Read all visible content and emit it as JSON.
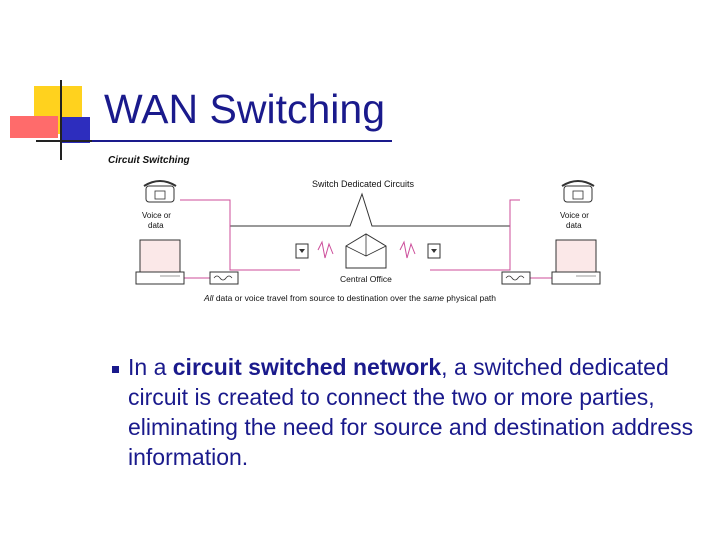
{
  "slide": {
    "title": "WAN Switching"
  },
  "diagram": {
    "heading": "Circuit Switching",
    "top_label": "Switch Dedicated Circuits",
    "left_device_label_1": "Voice or",
    "left_device_label_2": "data",
    "right_device_label_1": "Voice or",
    "right_device_label_2": "data",
    "center_label": "Central Office",
    "caption_part1": "All",
    "caption_part2": " data or voice travel from source to destination over the ",
    "caption_part3": "same",
    "caption_part4": " physical path"
  },
  "bullet": {
    "part1": "In a ",
    "bold": "circuit switched network",
    "part2": ", a switched dedicated circuit is created to connect the two or more parties, eliminating the need for source and destination address information."
  },
  "colors": {
    "title": "#1a1a8c",
    "deco_yellow": "#ffd21e",
    "deco_pink": "#ff6b6b",
    "deco_blue": "#2d2dbe",
    "circuit_pink": "#cc4d9a"
  }
}
